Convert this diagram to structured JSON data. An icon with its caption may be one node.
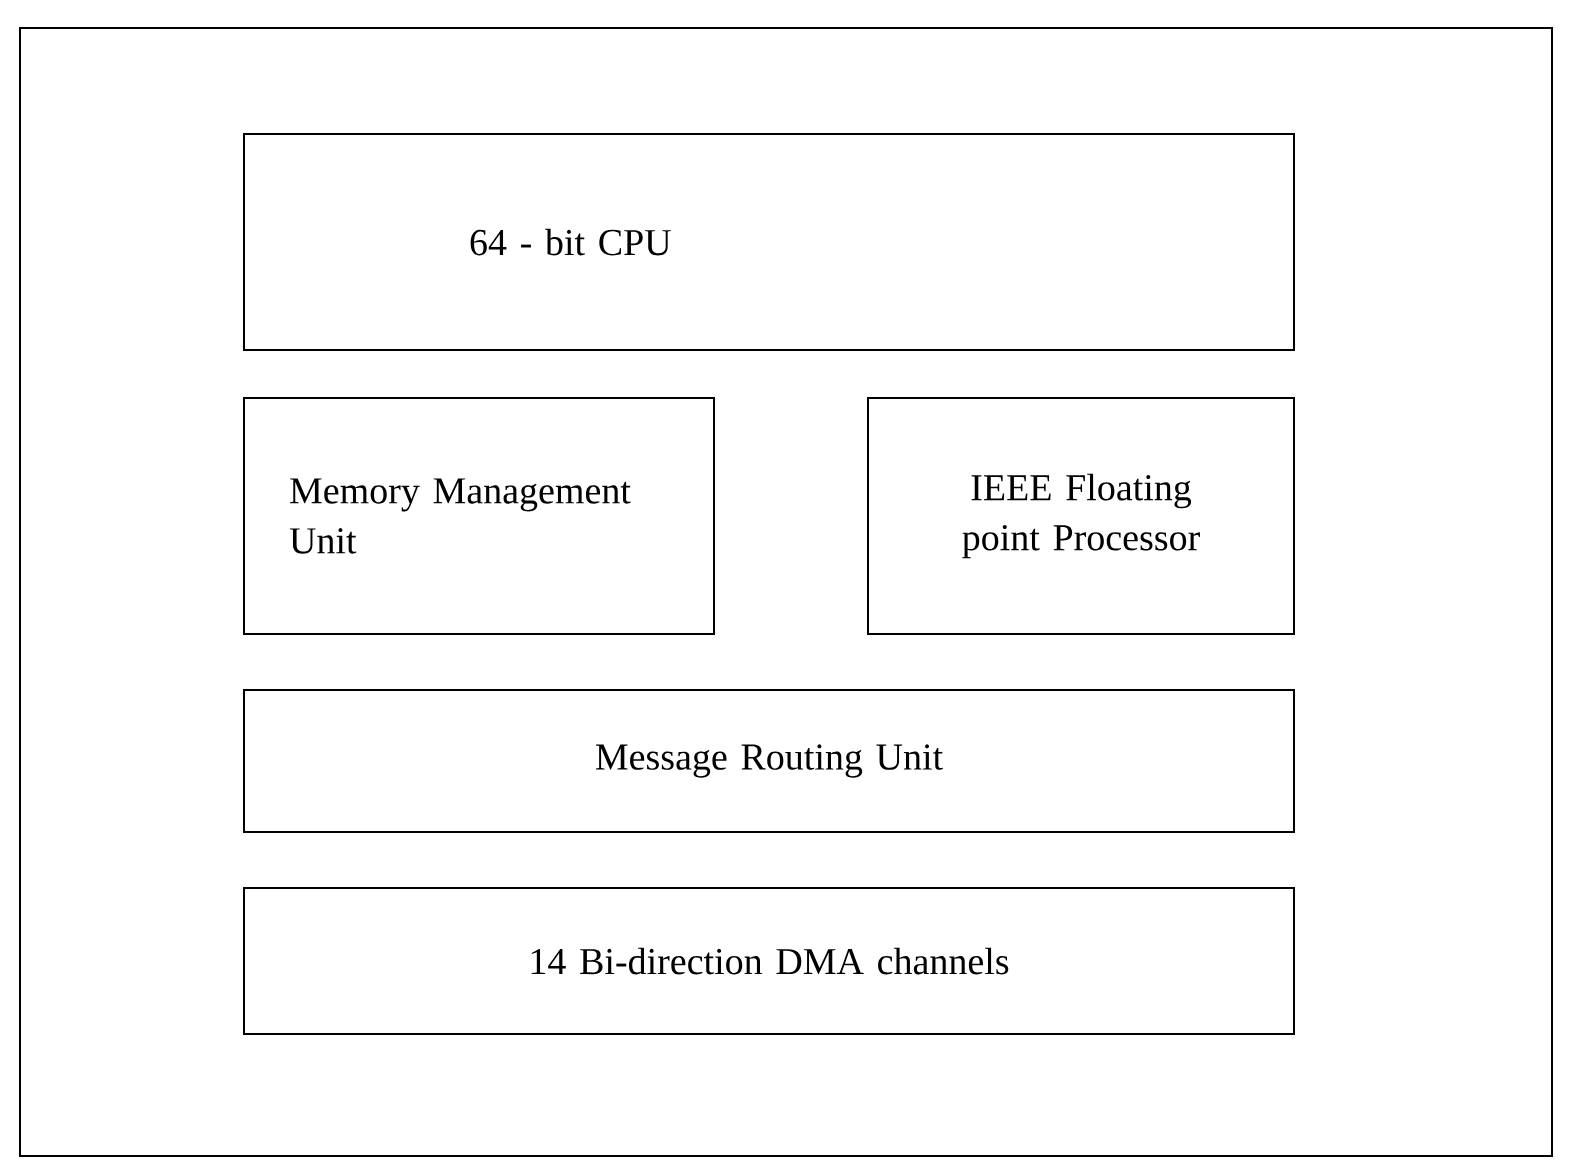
{
  "diagram": {
    "nodes": [
      {
        "text": [],
        "shape": "box"
      },
      {
        "text": [
          "64 - bit CPU"
        ],
        "in": 0
      },
      {
        "text": [
          "Memory Management Unit"
        ],
        "in": 0
      },
      {
        "text": [
          "IEEE Floating point Processor"
        ],
        "in": 0
      },
      {
        "text": [
          "Message Routing Unit"
        ],
        "in": 0
      },
      {
        "text": [
          "14 Bi-direction DMA channels"
        ],
        "in": 0
      }
    ]
  }
}
